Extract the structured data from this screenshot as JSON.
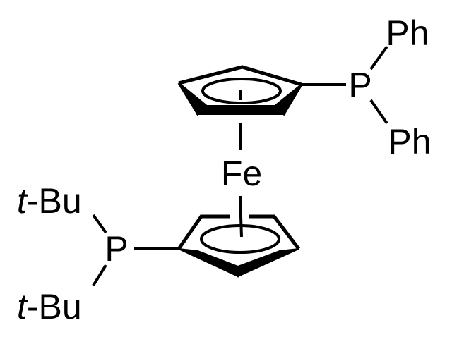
{
  "molecule": {
    "metal": "Fe",
    "upper_ring_substituent": {
      "atom": "P",
      "groups": [
        "Ph",
        "Ph"
      ]
    },
    "lower_ring_substituent": {
      "atom": "P",
      "groups": [
        {
          "prefix": "t",
          "suffix": "-Bu"
        },
        {
          "prefix": "t",
          "suffix": "-Bu"
        }
      ]
    }
  }
}
